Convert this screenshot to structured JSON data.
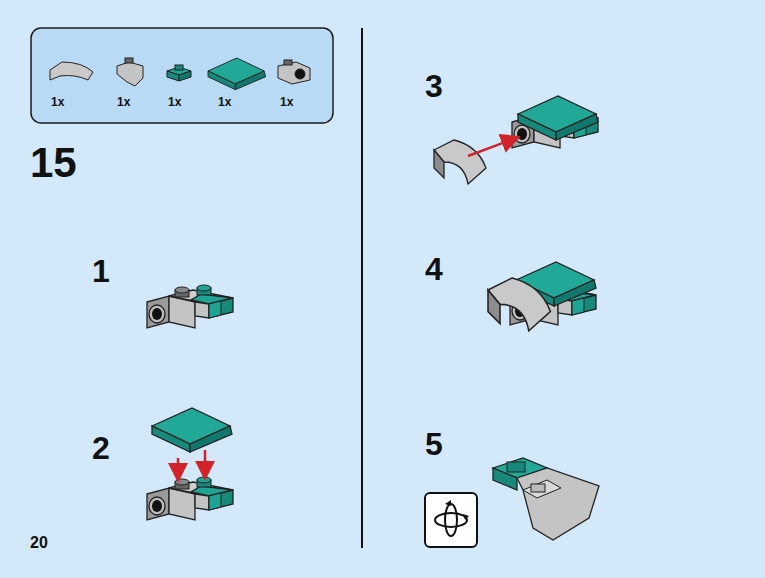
{
  "diagram": {
    "nodes": [
      {
        "text": [
          "1x",
          "1x",
          "1x",
          "1x",
          "1x"
        ]
      }
    ],
    "labels": [
      "15",
      "1",
      "2",
      "3",
      "4",
      "5",
      "20"
    ]
  }
}
